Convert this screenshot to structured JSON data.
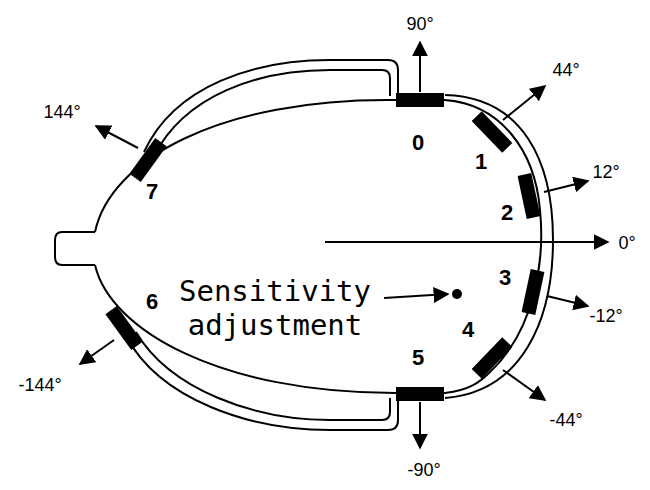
{
  "diagram": {
    "labels": [
      "90°",
      "0",
      "1",
      "44°",
      "12°",
      "2",
      "144°",
      "7",
      "0°",
      "3",
      "-12°",
      "Sensitivity adjustment",
      "4",
      "6",
      "-144°",
      "5",
      "-44°",
      "-90°"
    ]
  }
}
